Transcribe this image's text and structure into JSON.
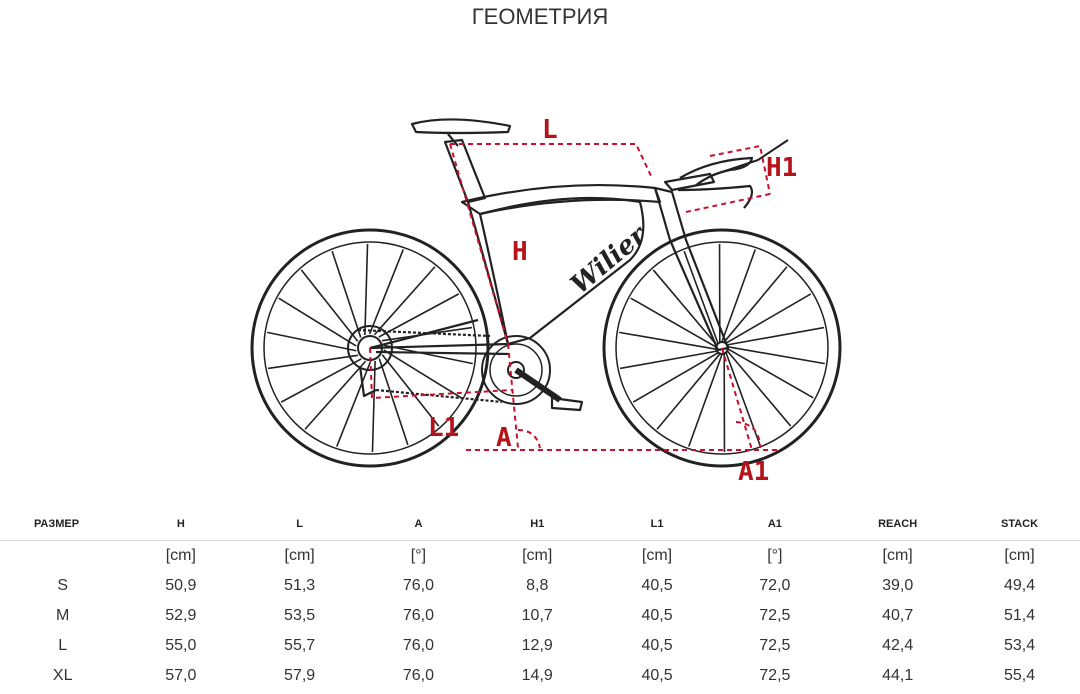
{
  "page": {
    "title": "ГЕОМЕТРИЯ"
  },
  "diagram": {
    "brand": "Wilier",
    "labels": {
      "L": "L",
      "H": "H",
      "H1": "H1",
      "L1": "L1",
      "A": "A",
      "A1": "A1"
    },
    "colors": {
      "frame_line": "#222222",
      "dimension_line": "#c8102e"
    }
  },
  "table": {
    "headers": [
      "РАЗМЕР",
      "H",
      "L",
      "A",
      "H1",
      "L1",
      "A1",
      "REACH",
      "STACK"
    ],
    "units": [
      "",
      "[cm]",
      "[cm]",
      "[°]",
      "[cm]",
      "[cm]",
      "[°]",
      "[cm]",
      "[cm]"
    ],
    "rows": [
      [
        "S",
        "50,9",
        "51,3",
        "76,0",
        "8,8",
        "40,5",
        "72,0",
        "39,0",
        "49,4"
      ],
      [
        "M",
        "52,9",
        "53,5",
        "76,0",
        "10,7",
        "40,5",
        "72,5",
        "40,7",
        "51,4"
      ],
      [
        "L",
        "55,0",
        "55,7",
        "76,0",
        "12,9",
        "40,5",
        "72,5",
        "42,4",
        "53,4"
      ],
      [
        "XL",
        "57,0",
        "57,9",
        "76,0",
        "14,9",
        "40,5",
        "72,5",
        "44,1",
        "55,4"
      ]
    ]
  }
}
